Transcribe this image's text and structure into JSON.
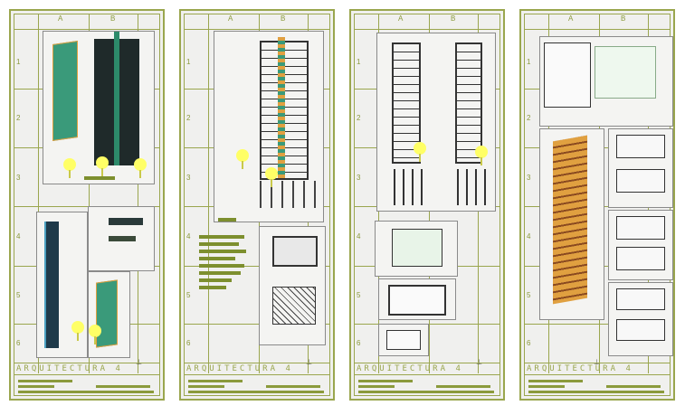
{
  "sheets": [
    {
      "col_a": "A",
      "col_b": "B",
      "rows": [
        "1",
        "2",
        "3",
        "4",
        "5",
        "6"
      ],
      "title": "ARQUITECTURA 4"
    },
    {
      "col_a": "A",
      "col_b": "B",
      "rows": [
        "1",
        "2",
        "3",
        "4",
        "5",
        "6"
      ],
      "title": "ARQUITECTURA 4"
    },
    {
      "col_a": "A",
      "col_b": "B",
      "rows": [
        "1",
        "2",
        "3",
        "4",
        "5",
        "6"
      ],
      "title": "ARQUITECTURA 4"
    },
    {
      "col_a": "A",
      "col_b": "B",
      "rows": [
        "1",
        "2",
        "3",
        "4",
        "5",
        "6"
      ],
      "title": "ARQUITECTURA 4"
    }
  ],
  "colors": {
    "grid": "#9aa64e",
    "sheet": "#f0f0ee",
    "tree": "#ffff66",
    "tower_green": "#3a9a7a",
    "tower_orange": "#e0a040"
  },
  "icons": [
    "north-arrow-icon"
  ]
}
